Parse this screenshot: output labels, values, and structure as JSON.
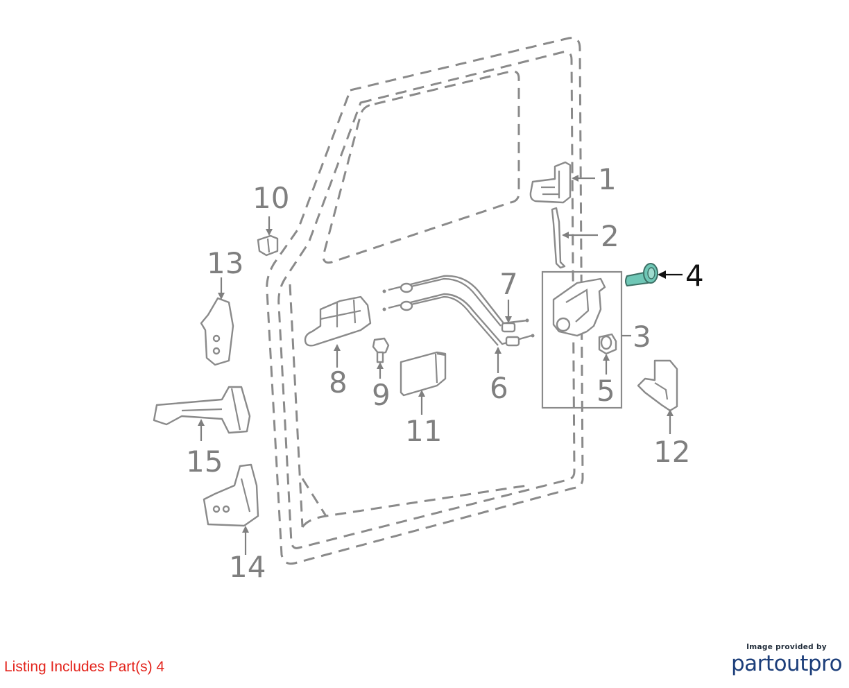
{
  "diagram": {
    "callouts": [
      {
        "id": "1",
        "label": "1",
        "highlighted": false
      },
      {
        "id": "2",
        "label": "2",
        "highlighted": false
      },
      {
        "id": "3",
        "label": "3",
        "highlighted": false
      },
      {
        "id": "4",
        "label": "4",
        "highlighted": true
      },
      {
        "id": "5",
        "label": "5",
        "highlighted": false
      },
      {
        "id": "6",
        "label": "6",
        "highlighted": false
      },
      {
        "id": "7",
        "label": "7",
        "highlighted": false
      },
      {
        "id": "8",
        "label": "8",
        "highlighted": false
      },
      {
        "id": "9",
        "label": "9",
        "highlighted": false
      },
      {
        "id": "10",
        "label": "10",
        "highlighted": false
      },
      {
        "id": "11",
        "label": "11",
        "highlighted": false
      },
      {
        "id": "12",
        "label": "12",
        "highlighted": false
      },
      {
        "id": "13",
        "label": "13",
        "highlighted": false
      },
      {
        "id": "14",
        "label": "14",
        "highlighted": false
      },
      {
        "id": "15",
        "label": "15",
        "highlighted": false
      }
    ]
  },
  "listing_note": "Listing Includes Part(s) 4",
  "credit": {
    "caption": "Image provided by",
    "logo_text": "partoutpro"
  },
  "colors": {
    "highlight_part": "#6fc7b6",
    "callout_gray": "#7f7f7f",
    "note_red": "#e3231b",
    "logo_blue": "#1c3e7a"
  }
}
